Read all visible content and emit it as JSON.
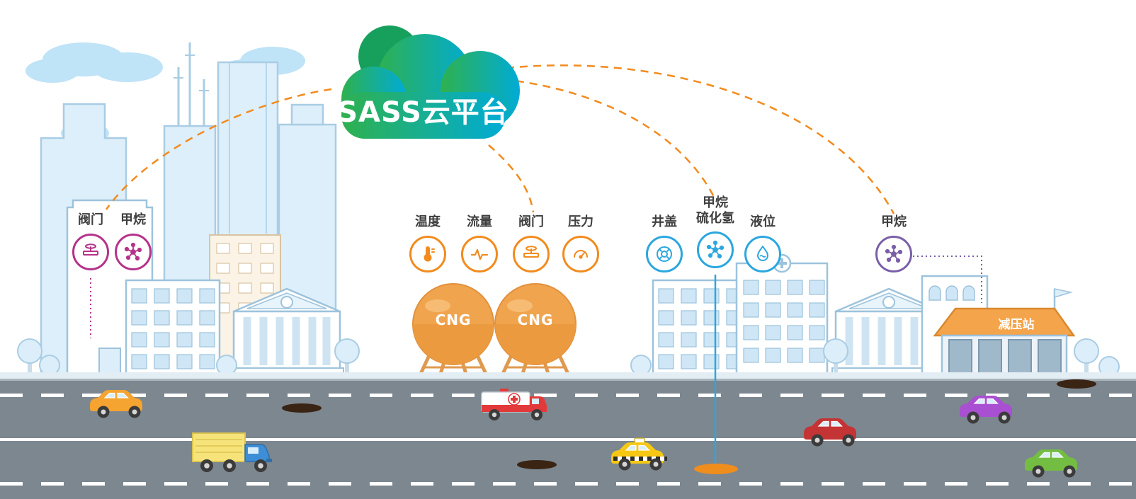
{
  "cloud": {
    "label": "SASS云平台"
  },
  "sensor_groups": [
    {
      "id": "city-block",
      "accent": "#b5338a",
      "items": [
        {
          "label": "阀门",
          "icon": "valve-icon"
        },
        {
          "label": "甲烷",
          "icon": "molecule-icon"
        }
      ]
    },
    {
      "id": "cng-tanks",
      "accent": "#f28b1e",
      "items": [
        {
          "label": "温度",
          "icon": "thermometer-icon"
        },
        {
          "label": "流量",
          "icon": "flow-icon"
        },
        {
          "label": "阀门",
          "icon": "valve-icon"
        },
        {
          "label": "压力",
          "icon": "gauge-icon"
        }
      ]
    },
    {
      "id": "underground-pipeline",
      "accent": "#2ba7df",
      "items": [
        {
          "label": "井盖",
          "icon": "manhole-icon"
        },
        {
          "label": "甲烷",
          "label2": "硫化氢",
          "icon": "molecule-icon"
        },
        {
          "label": "液位",
          "icon": "level-icon"
        }
      ]
    },
    {
      "id": "pressure-station",
      "accent": "#7a5fa8",
      "items": [
        {
          "label": "甲烷",
          "icon": "molecule-icon"
        }
      ]
    }
  ],
  "tanks": {
    "left_label": "CNG",
    "right_label": "CNG"
  },
  "station": {
    "label": "减压站"
  },
  "illustration": {
    "vehicles": [
      "car-orange",
      "truck-yellow",
      "ambulance",
      "taxi-yellow",
      "car-red",
      "car-purple",
      "car-green"
    ],
    "manholes": [
      "manhole-dark",
      "manhole-dark",
      "manhole-orange",
      "manhole-dark"
    ]
  },
  "palette": {
    "connector_orange": "#f28b1e",
    "cloud_green": "#2fb14e",
    "cloud_teal": "#00abd6",
    "road_gray": "#7c8790",
    "tank_orange": "#f0a44e",
    "skyline_fill": "#e8f4fc",
    "skyline_stroke": "#9dc3dc",
    "sensor_magenta": "#b5338a",
    "sensor_blue": "#2ba7df",
    "sensor_purple": "#7a5fa8"
  }
}
